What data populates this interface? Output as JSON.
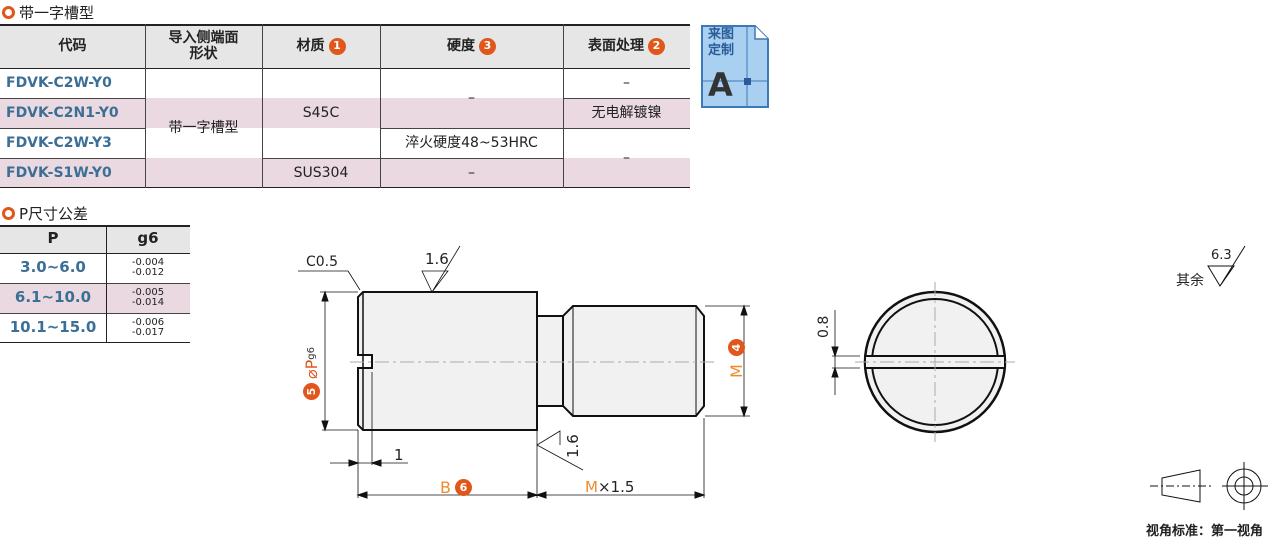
{
  "section1": {
    "title": "带一字槽型"
  },
  "table": {
    "headers": {
      "code": "代码",
      "shape": "导入侧端面形状",
      "material": "材质",
      "material_num": "1",
      "hardness": "硬度",
      "hardness_num": "3",
      "surface": "表面处理",
      "surface_num": "2"
    },
    "codes": [
      "FDVK-C2W-Y0",
      "FDVK-C2N1-Y0",
      "FDVK-C2W-Y3",
      "FDVK-S1W-Y0"
    ],
    "shape": "带一字槽型",
    "material": [
      "S45C",
      "SUS304"
    ],
    "hardness": [
      "–",
      "淬火硬度48~53HRC",
      "–"
    ],
    "surface": [
      "–",
      "无电解镀镍",
      "–"
    ]
  },
  "custom_badge": {
    "line1": "来图",
    "line2": "定制",
    "letter": "A"
  },
  "section2": {
    "title": "P尺寸公差"
  },
  "tolerance": {
    "headers": [
      "P",
      "g6"
    ],
    "rows": [
      {
        "p": "3.0~6.0",
        "upper": "-0.004",
        "lower": "-0.012"
      },
      {
        "p": "6.1~10.0",
        "upper": "-0.005",
        "lower": "-0.014"
      },
      {
        "p": "10.1~15.0",
        "upper": "-0.006",
        "lower": "-0.017"
      }
    ]
  },
  "drawing": {
    "chamfer": "C0.5",
    "rough1": "1.6",
    "rough2": "1.6",
    "dia_symbol": "⌀P",
    "dia_sub": "g6",
    "dia_num": "5",
    "m_label": "M",
    "m_num": "4",
    "slot_depth": "1",
    "b_label": "B",
    "b_num": "6",
    "m15_m": "M",
    "m15_rest": "×1.5",
    "slot_width": "0.8",
    "other_label": "其余",
    "other_rough": "6.3",
    "view_label": "视角标准：第一视角"
  },
  "colors": {
    "accent": "#e0561b",
    "code_blue": "#3b6f95",
    "stripe": "#ead9e0"
  }
}
